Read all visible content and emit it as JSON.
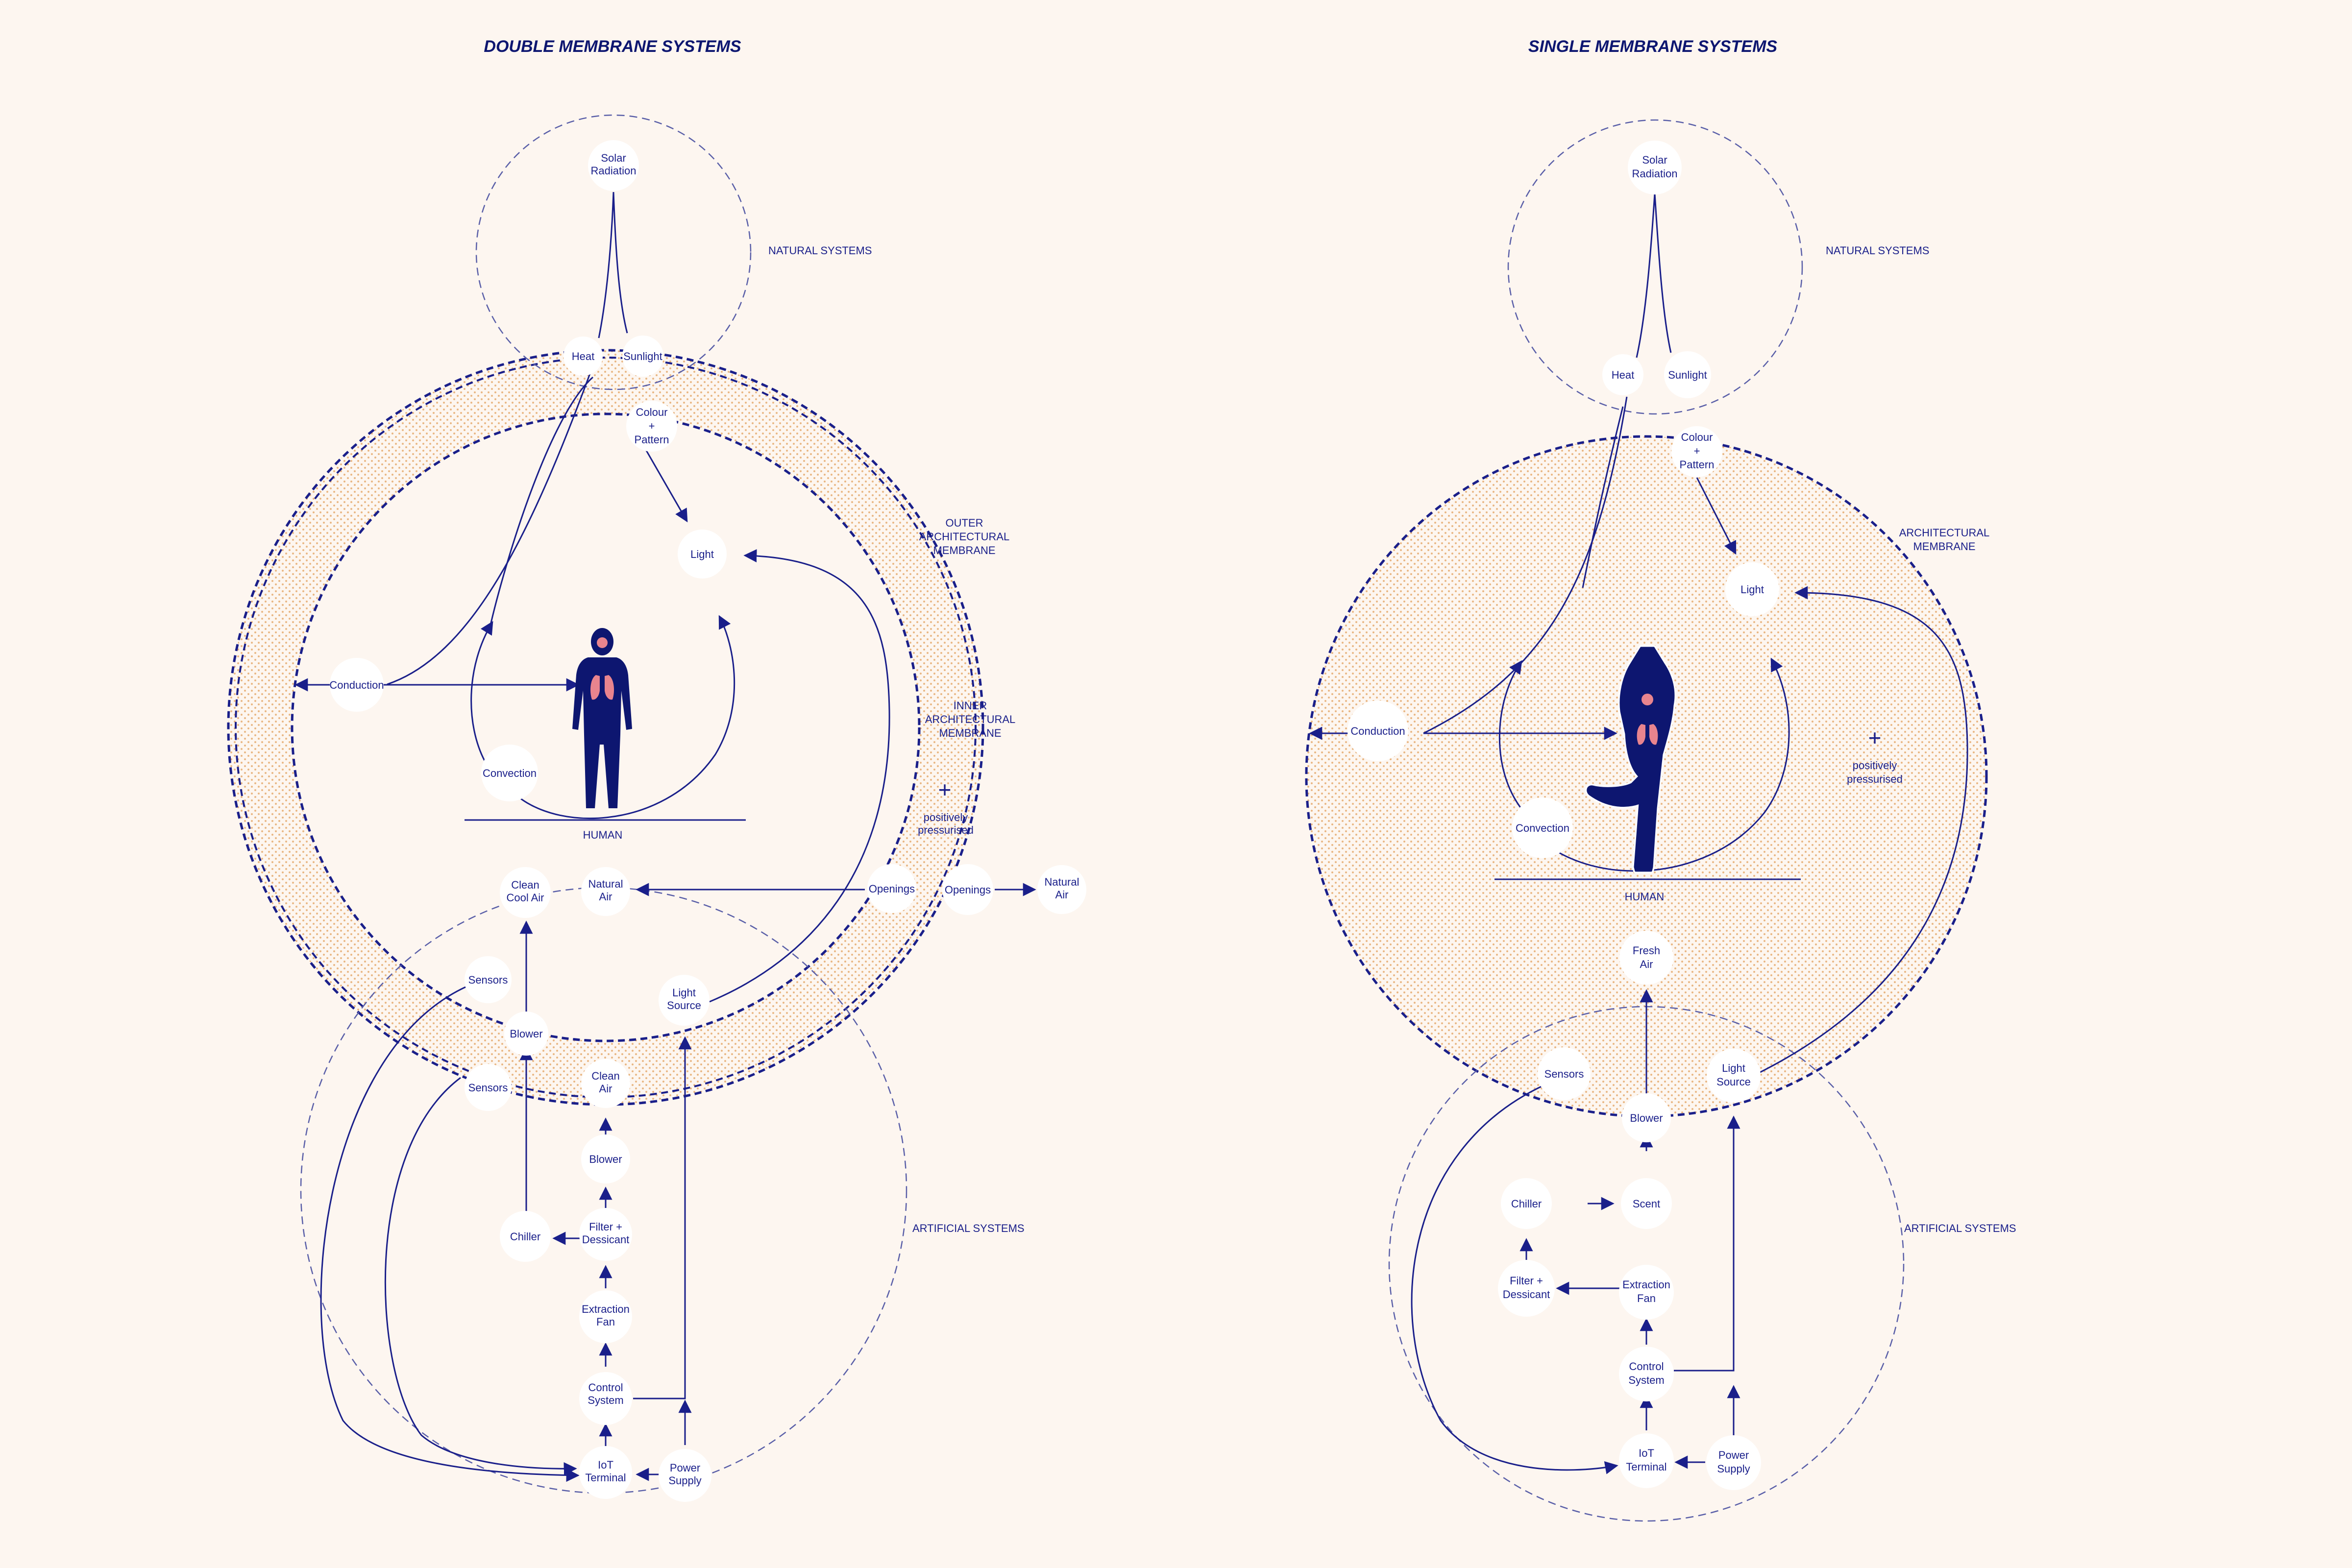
{
  "colors": {
    "background": "#fdf6f0",
    "ink": "#1a1f8a",
    "figure": "#0d1670",
    "lungs": "#e8848e",
    "stipple": "#e9b784",
    "node_fill": "#ffffff"
  },
  "left": {
    "title": "DOUBLE MEMBRANE SYSTEMS",
    "natural_label": "NATURAL SYSTEMS",
    "outer_membrane_label": [
      "OUTER",
      "ARCHITECTURAL",
      "MEMBRANE"
    ],
    "inner_membrane_label": [
      "INNER",
      "ARCHITECTURAL",
      "MEMBRANE"
    ],
    "artificial_label": "ARTIFICIAL SYSTEMS",
    "human_label": "HUMAN",
    "pressure_symbol": "+",
    "pressure_label": [
      "positively",
      "pressurised"
    ],
    "nodes": {
      "solar": [
        "Solar",
        "Radiation"
      ],
      "heat": [
        "Heat"
      ],
      "sunlight": [
        "Sunlight"
      ],
      "colour": [
        "Colour",
        "+",
        "Pattern"
      ],
      "light": [
        "Light"
      ],
      "conduction": [
        "Conduction"
      ],
      "convection": [
        "Convection"
      ],
      "clean_cool_air": [
        "Clean",
        "Cool Air"
      ],
      "natural_air_in": [
        "Natural",
        "Air"
      ],
      "openings_inner": [
        "Openings"
      ],
      "openings_outer": [
        "Openings"
      ],
      "natural_air_out": [
        "Natural",
        "Air"
      ],
      "sensors_1": [
        "Sensors"
      ],
      "light_source": [
        "Light",
        "Source"
      ],
      "blower_1": [
        "Blower"
      ],
      "sensors_2": [
        "Sensors"
      ],
      "clean_air": [
        "Clean",
        "Air"
      ],
      "blower_2": [
        "Blower"
      ],
      "chiller": [
        "Chiller"
      ],
      "filter": [
        "Filter +",
        "Dessicant"
      ],
      "extraction_fan": [
        "Extraction",
        "Fan"
      ],
      "control_system": [
        "Control",
        "System"
      ],
      "iot_terminal": [
        "IoT",
        "Terminal"
      ],
      "power_supply": [
        "Power",
        "Supply"
      ]
    }
  },
  "right": {
    "title": "SINGLE MEMBRANE SYSTEMS",
    "natural_label": "NATURAL SYSTEMS",
    "membrane_label": [
      "ARCHITECTURAL",
      "MEMBRANE"
    ],
    "artificial_label": "ARTIFICIAL SYSTEMS",
    "human_label": "HUMAN",
    "pressure_symbol": "+",
    "pressure_label": [
      "positively",
      "pressurised"
    ],
    "nodes": {
      "solar": [
        "Solar",
        "Radiation"
      ],
      "heat": [
        "Heat"
      ],
      "sunlight": [
        "Sunlight"
      ],
      "colour": [
        "Colour",
        "+",
        "Pattern"
      ],
      "light": [
        "Light"
      ],
      "conduction": [
        "Conduction"
      ],
      "convection": [
        "Convection"
      ],
      "fresh_air": [
        "Fresh",
        "Air"
      ],
      "sensors": [
        "Sensors"
      ],
      "light_source": [
        "Light",
        "Source"
      ],
      "blower": [
        "Blower"
      ],
      "chiller": [
        "Chiller"
      ],
      "scent": [
        "Scent"
      ],
      "filter": [
        "Filter +",
        "Dessicant"
      ],
      "extraction_fan": [
        "Extraction",
        "Fan"
      ],
      "control_system": [
        "Control",
        "System"
      ],
      "iot_terminal": [
        "IoT",
        "Terminal"
      ],
      "power_supply": [
        "Power",
        "Supply"
      ]
    }
  }
}
